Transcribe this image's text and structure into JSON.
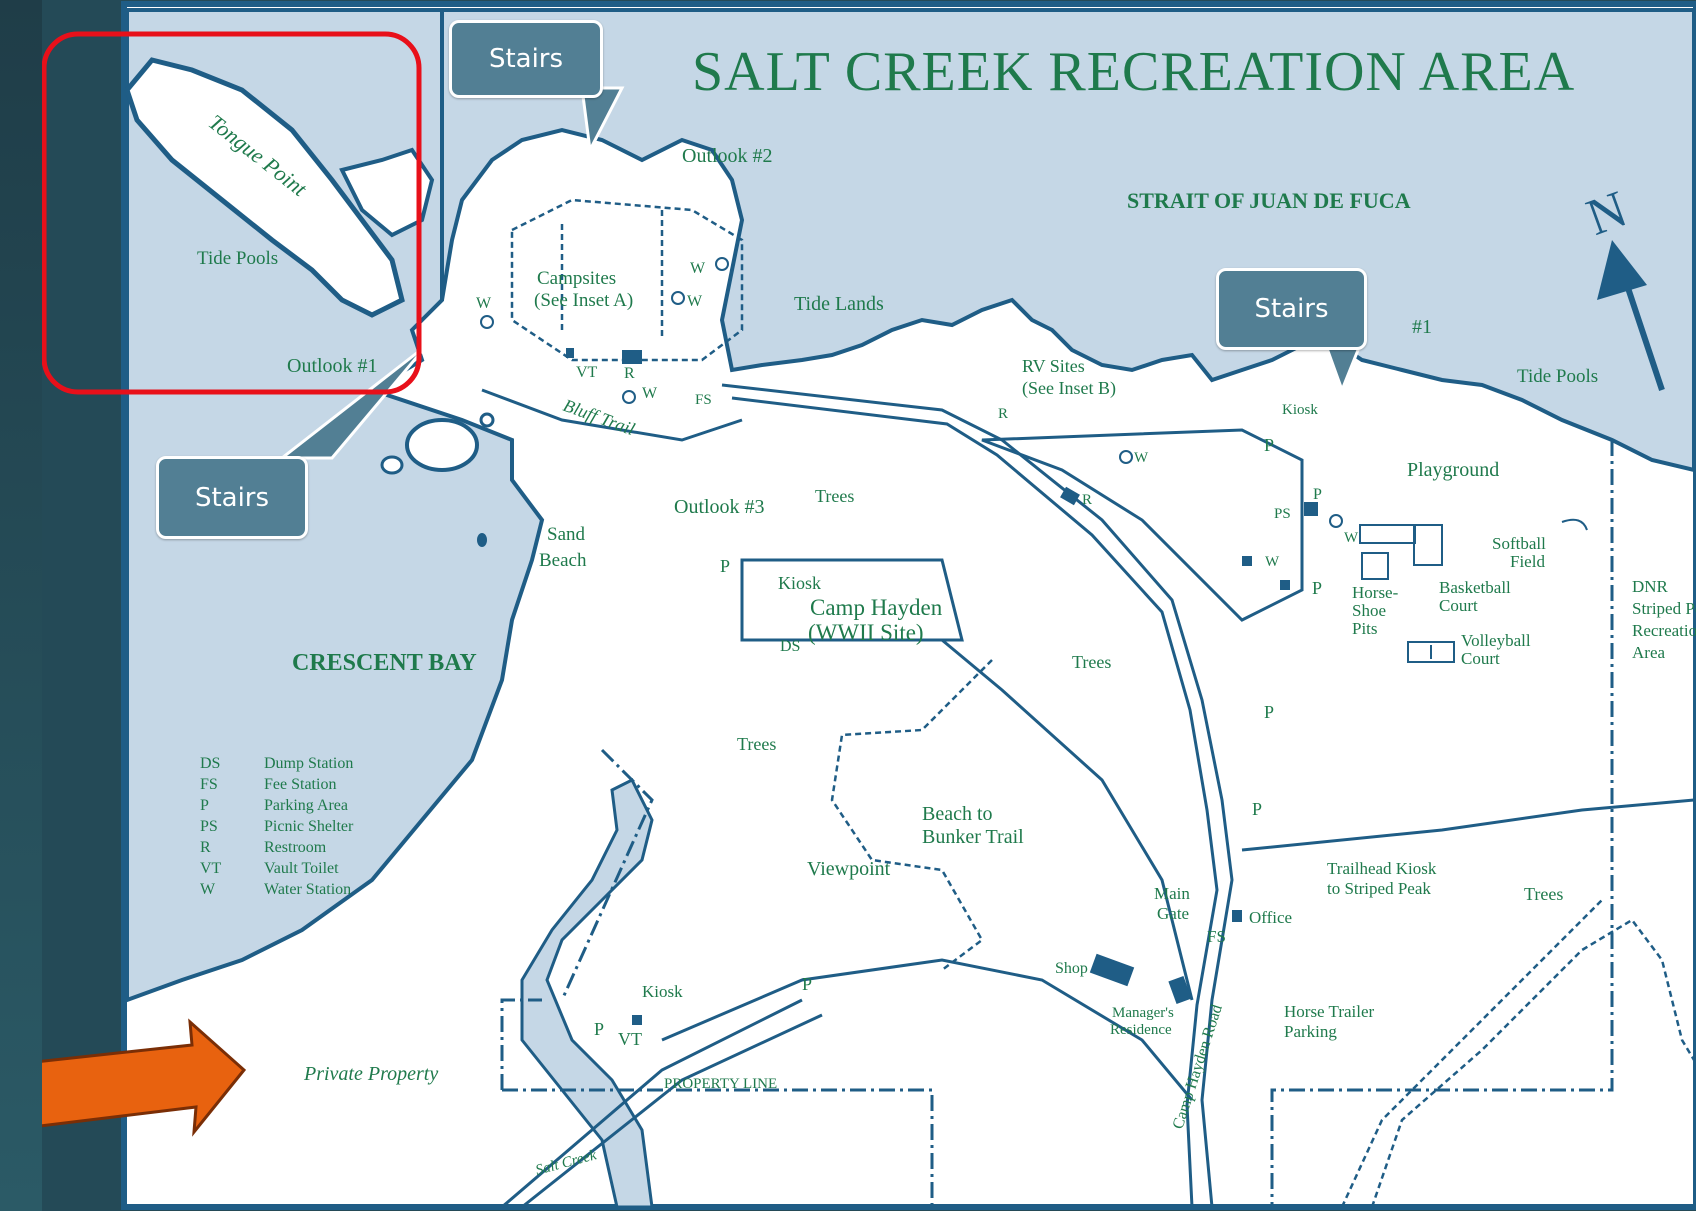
{
  "map": {
    "title": "SALT CREEK RECREATION AREA",
    "water_labels": {
      "strait": "STRAIT OF JUAN DE FUCA",
      "bay": "CRESCENT BAY"
    },
    "labels": {
      "tongue_point": "Tongue Point",
      "tide_pools_west": "Tide Pools",
      "tide_pools_east": "Tide Pools",
      "outlook1": "Outlook #1",
      "outlook2": "Outlook #2",
      "outlook3": "Outlook #3",
      "outlook_hash1": "#1",
      "campsites_line1": "Campsites",
      "campsites_line2": "(See Inset A)",
      "tide_lands": "Tide Lands",
      "rv_line1": "RV Sites",
      "rv_line2": "(See Inset B)",
      "bluff_trail": "Bluff Trail",
      "sand_line1": "Sand",
      "sand_line2": "Beach",
      "trees": "Trees",
      "kiosk": "Kiosk",
      "camp_hayden_line1": "Camp Hayden",
      "camp_hayden_line2": "(WWII Site)",
      "ds": "DS",
      "playground": "Playground",
      "softball_line1": "Softball",
      "softball_line2": "Field",
      "basketball_line1": "Basketball",
      "basketball_line2": "Court",
      "horseshoe_line1": "Horse-",
      "horseshoe_line2": "Shoe",
      "horseshoe_line3": "Pits",
      "volleyball_line1": "Volleyball",
      "volleyball_line2": "Court",
      "dnr_line1": "DNR",
      "dnr_line2": "Striped Peak",
      "dnr_line3": "Recreation",
      "dnr_line4": "Area",
      "beach_trail_line1": "Beach to",
      "beach_trail_line2": "Bunker Trail",
      "viewpoint": "Viewpoint",
      "main_gate_line1": "Main",
      "main_gate_line2": "Gate",
      "office": "Office",
      "fs": "FS",
      "trailhead_line1": "Trailhead Kiosk",
      "trailhead_line2": "to Striped Peak",
      "shop": "Shop",
      "manager_line1": "Manager's",
      "manager_line2": "Residence",
      "camp_hayden_road": "Camp Hayden Road",
      "horse_trailer_line1": "Horse Trailer",
      "horse_trailer_line2": "Parking",
      "private_property": "Private Property",
      "property_line": "PROPERTY LINE",
      "salt_creek": "Salt Creek",
      "vt": "VT",
      "w": "W",
      "r": "R",
      "p": "P",
      "ps": "PS"
    },
    "legend": [
      {
        "code": "DS",
        "desc": "Dump Station"
      },
      {
        "code": "FS",
        "desc": "Fee Station"
      },
      {
        "code": "P",
        "desc": "Parking Area"
      },
      {
        "code": "PS",
        "desc": "Picnic Shelter"
      },
      {
        "code": "R",
        "desc": "Restroom"
      },
      {
        "code": "VT",
        "desc": "Vault Toilet"
      },
      {
        "code": "W",
        "desc": "Water Station"
      }
    ],
    "north_label": "N"
  },
  "callouts": {
    "stairs_top": "Stairs",
    "stairs_right": "Stairs",
    "stairs_left": "Stairs"
  },
  "colors": {
    "water": "#c5d7e6",
    "land": "#ffffff",
    "line": "#1f5d86",
    "text_green": "#1f7a4c",
    "callout": "#527f94",
    "highlight": "#e8101a",
    "arrow": "#e8620f"
  }
}
